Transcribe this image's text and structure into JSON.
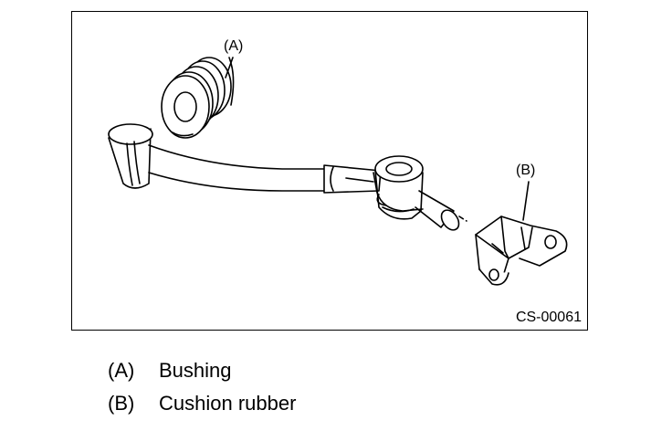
{
  "figure": {
    "callouts": [
      {
        "id": "A",
        "label": "(A)"
      },
      {
        "id": "B",
        "label": "(B)"
      }
    ],
    "code": "CS-00061"
  },
  "legend": [
    {
      "key": "(A)",
      "text": "Bushing"
    },
    {
      "key": "(B)",
      "text": "Cushion rubber"
    }
  ]
}
